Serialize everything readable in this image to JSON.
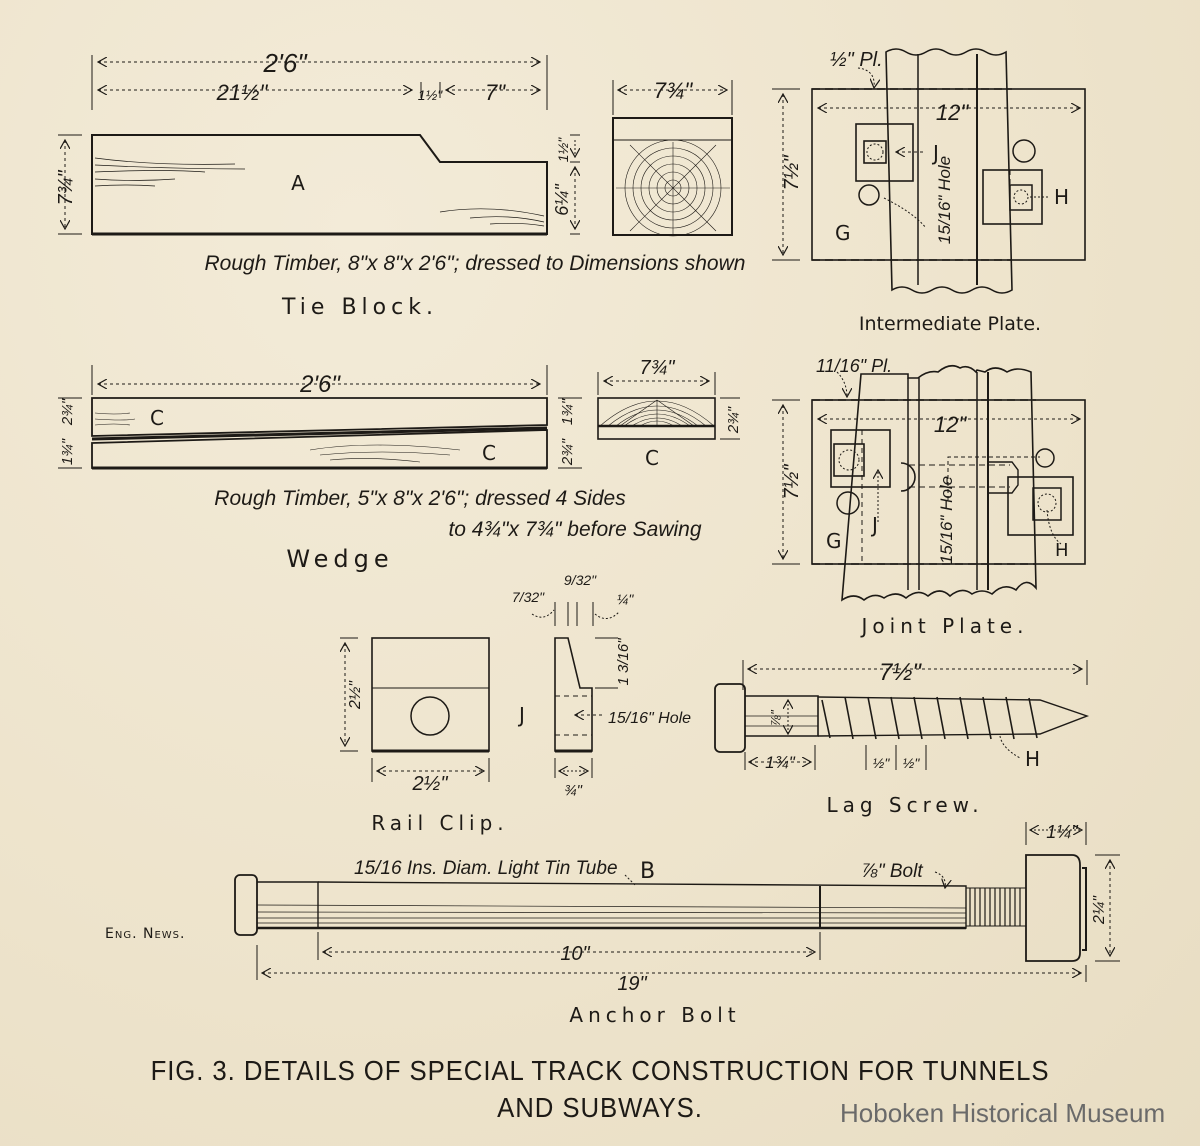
{
  "figure": {
    "caption_line1": "FIG. 3.  DETAILS OF SPECIAL TRACK CONSTRUCTION FOR TUNNELS",
    "caption_line2": "AND SUBWAYS.",
    "credit": "Eng. News.",
    "watermark": "Hoboken Historical Museum"
  },
  "tie_block": {
    "title": "Tie Block.",
    "part_letter": "A",
    "note": "Rough Timber, 8\"x 8\"x 2'6\"; dressed to Dimensions shown",
    "dim_overall": "2'6\"",
    "dim_left": "21½\"",
    "dim_mid": "1½\"",
    "dim_right": "7\"",
    "dim_height": "7¾\"",
    "dim_step": "1½\"",
    "dim_low": "6¼\"",
    "dim_end_width": "7¾\""
  },
  "intermediate_plate": {
    "title": "Intermediate Plate.",
    "plate_note": "½\" Pl.",
    "dim_width": "12\"",
    "dim_height": "7½\"",
    "hole_note": "15/16\" Hole",
    "labels": [
      "J",
      "G",
      "H"
    ]
  },
  "wedge": {
    "title": "Wedge",
    "part_letter": "C",
    "note_line1": "Rough Timber, 5\"x 8\"x 2'6\"; dressed 4 Sides",
    "note_line2": "to 4¾\"x 7¾\" before Sawing",
    "dim_length": "2'6\"",
    "dim_left_top": "2¾\"",
    "dim_left_bot": "1¾\"",
    "dim_right_top": "1¾\"",
    "dim_right_bot": "2¾\"",
    "dim_end_width": "7¾\"",
    "dim_end_height": "2¾\""
  },
  "joint_plate": {
    "title": "Joint Plate.",
    "plate_note": "11/16\" Pl.",
    "dim_width": "12\"",
    "dim_height": "7½\"",
    "hole_note": "15/16\" Hole",
    "labels": [
      "J",
      "G",
      "H"
    ]
  },
  "rail_clip": {
    "title": "Rail Clip.",
    "part_letter": "J",
    "dim_height": "2½\"",
    "dim_width": "2½\"",
    "dim_thickness": "¾\"",
    "dim_a": "7/32\"",
    "dim_b": "9/32\"",
    "dim_c": "¼\"",
    "dim_d": "1 3/16\"",
    "hole_note": "15/16\" Hole"
  },
  "lag_screw": {
    "title": "Lag Screw.",
    "part_letter": "H",
    "dim_length": "7½\"",
    "dim_diameter": "⅞\"",
    "dim_shank": "1¾\"",
    "dim_pitch_a": "½\"",
    "dim_pitch_b": "½\""
  },
  "anchor_bolt": {
    "title": "Anchor Bolt",
    "part_letter": "B",
    "tube_note": "15/16 Ins. Diam. Light Tin Tube",
    "bolt_note": "⅞\" Bolt",
    "dim_tube": "10\"",
    "dim_overall": "19\"",
    "dim_head_width": "1¼\"",
    "dim_head_height": "2¼\""
  }
}
